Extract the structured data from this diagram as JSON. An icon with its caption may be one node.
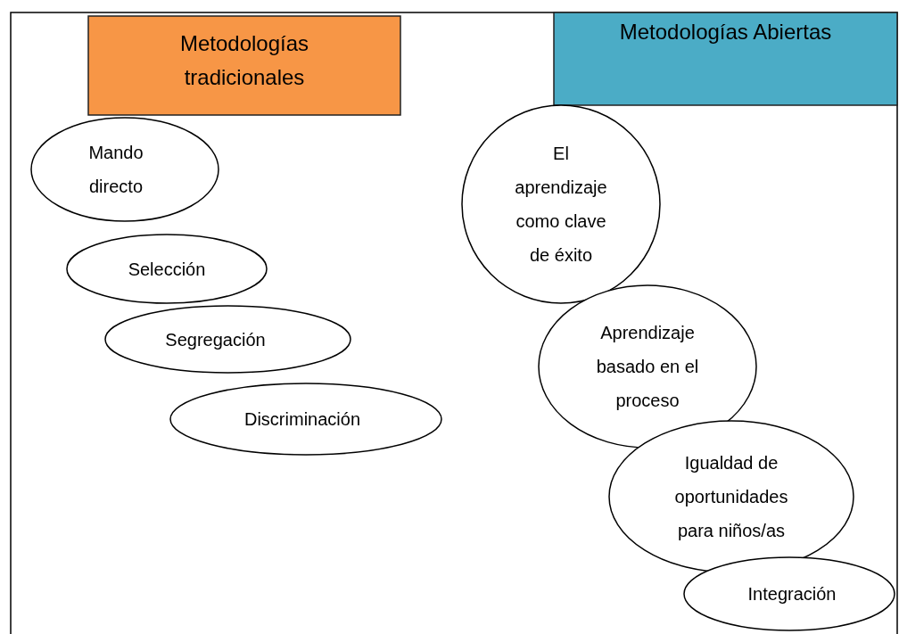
{
  "diagram": {
    "nodes": [
      {
        "text": [
          "Metodologías tradicionales"
        ]
      },
      {
        "text": [
          "Metodologías Abiertas"
        ]
      },
      {
        "text": [
          "Mando directo"
        ]
      },
      {
        "text": [
          "Selección"
        ]
      },
      {
        "text": [
          "Segregación"
        ]
      },
      {
        "text": [
          "Discriminación"
        ]
      },
      {
        "text": [
          "El aprendizaje como clave de éxito"
        ]
      },
      {
        "text": [
          "Aprendizaje basado en el proceso"
        ]
      },
      {
        "text": [
          "Igualdad de oportunidades para niños/as"
        ]
      },
      {
        "text": [
          "Integración"
        ]
      }
    ]
  }
}
